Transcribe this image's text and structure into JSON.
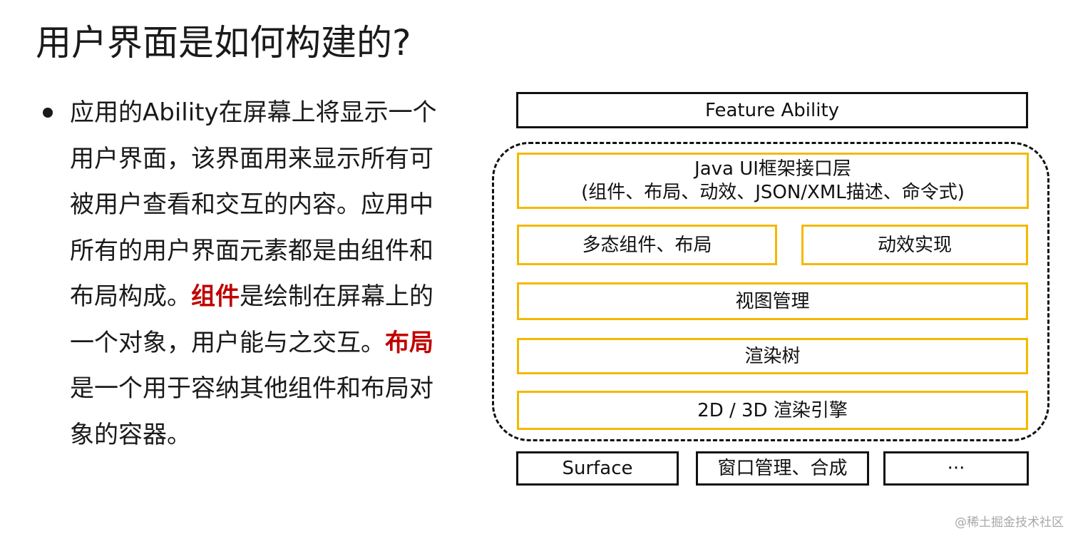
{
  "slide": {
    "title": "用户界面是如何构建的?",
    "bullet": {
      "part1": "应用的Ability在屏幕上将显示一个用户界面，该界面用来显示所有可被用户查看和交互的内容。应用中所有的用户界面元素都是由组件和布局构成。",
      "highlight1": "组件",
      "part2": "是绘制在屏幕上的一个对象，用户能与之交互。",
      "highlight2": "布局",
      "part3": "是一个用于容纳其他组件和布局对象的容器。"
    },
    "highlight_color": "#c00000"
  },
  "diagram": {
    "feature_ability": "Feature Ability",
    "java_ui_line1": "Java UI框架接口层",
    "java_ui_line2": "(组件、布局、动效、JSON/XML描述、命令式)",
    "polymorphic_components": "多态组件、布局",
    "animation": "动效实现",
    "view_management": "视图管理",
    "render_tree": "渲染树",
    "render_engine": "2D / 3D 渲染引擎",
    "surface": "Surface",
    "window_management": "窗口管理、合成",
    "more": "···",
    "colors": {
      "inner_border": "#f5b800",
      "outer_border": "#111111"
    }
  },
  "watermark": "@稀土掘金技术社区"
}
